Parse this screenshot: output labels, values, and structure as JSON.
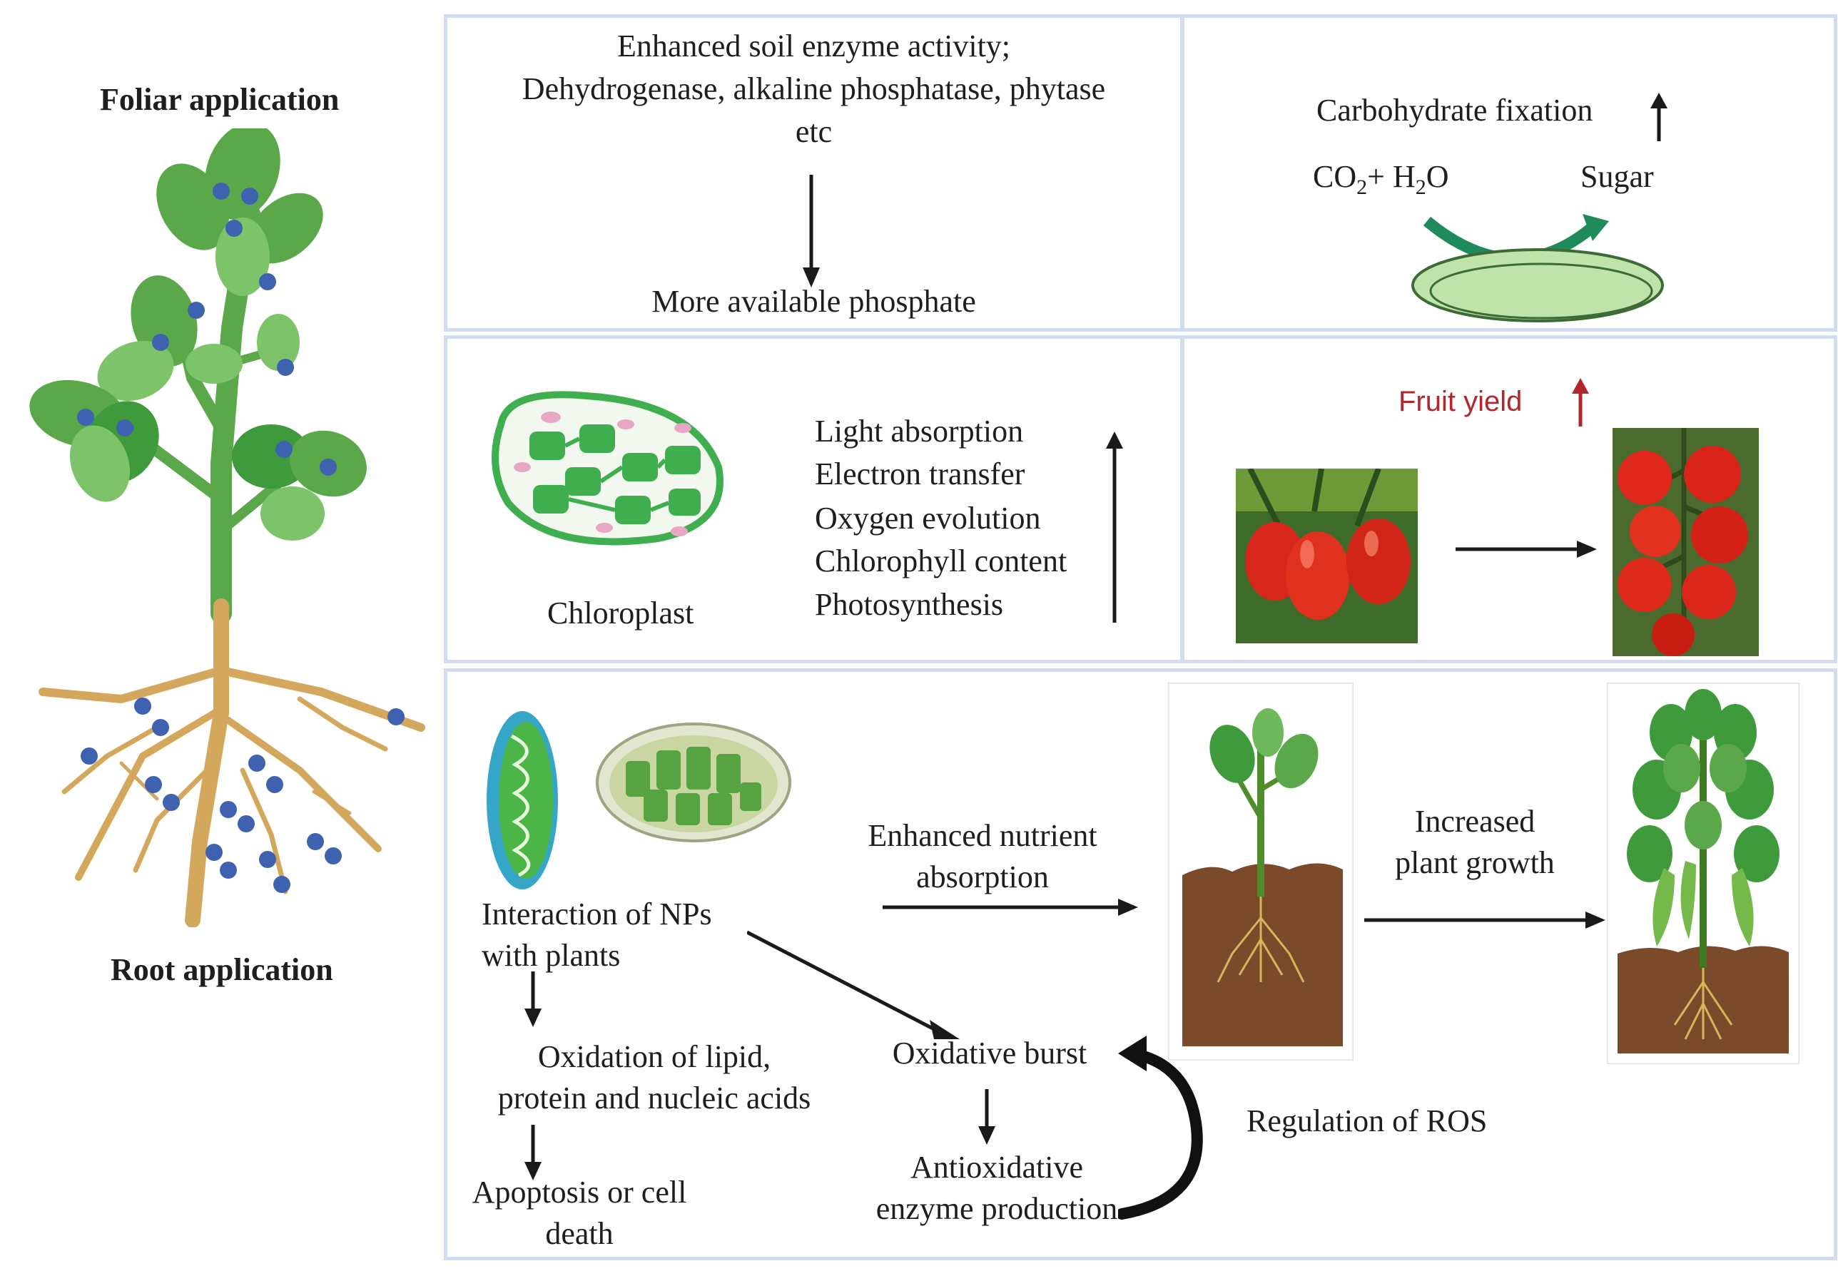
{
  "left": {
    "foliar_label": "Foliar application",
    "root_label": "Root application"
  },
  "soil_panel": {
    "line1": "Enhanced soil enzyme activity;",
    "line2": "Dehydrogenase, alkaline phosphatase, phytase",
    "line3": "etc",
    "result": "More available phosphate"
  },
  "carb_panel": {
    "title": "Carbohydrate fixation",
    "reactant": "CO",
    "reactant_sub": "2",
    "reactant_plus": "+ H",
    "reactant_sub2": "2",
    "reactant_o": "O",
    "product": "Sugar"
  },
  "chloro_panel": {
    "label": "Chloroplast",
    "items": [
      "Light absorption",
      "Electron transfer",
      "Oxygen evolution",
      "Chlorophyll content",
      "Photosynthesis"
    ]
  },
  "fruit_panel": {
    "title": "Fruit yield"
  },
  "np_panel": {
    "interaction_line1": "Interaction of  NPs",
    "interaction_line2": "with plants",
    "nutrient_line1": "Enhanced  nutrient",
    "nutrient_line2": "absorption",
    "growth_line1": "Increased",
    "growth_line2": "plant growth",
    "oxidation_line1": "Oxidation of lipid,",
    "oxidation_line2": "protein and nucleic acids",
    "apoptosis_line1": "Apoptosis or cell",
    "apoptosis_line2": "death",
    "burst": "Oxidative burst",
    "anti_line1": "Antioxidative",
    "anti_line2": "enzyme  production",
    "ros": "Regulation of ROS"
  },
  "colors": {
    "panel_border": "#d3dcec",
    "leaf": "#5aa84a",
    "root": "#d4a85c",
    "dot": "#3f62b0",
    "accent_red": "#b3262a",
    "chloro_green": "#3fae4f"
  }
}
